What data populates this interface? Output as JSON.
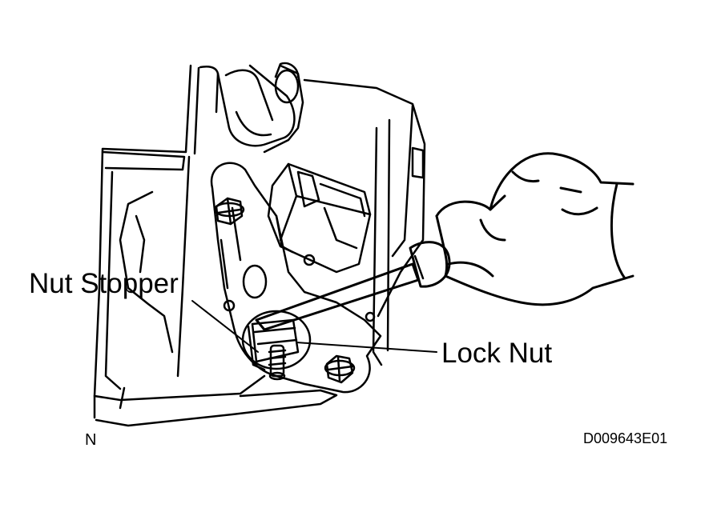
{
  "labels": {
    "nut_stopper": "Nut Stopper",
    "lock_nut": "Lock Nut",
    "position": "N",
    "figure_code": "D009643E01"
  },
  "colors": {
    "ink": "#000000",
    "paper": "#ffffff"
  }
}
